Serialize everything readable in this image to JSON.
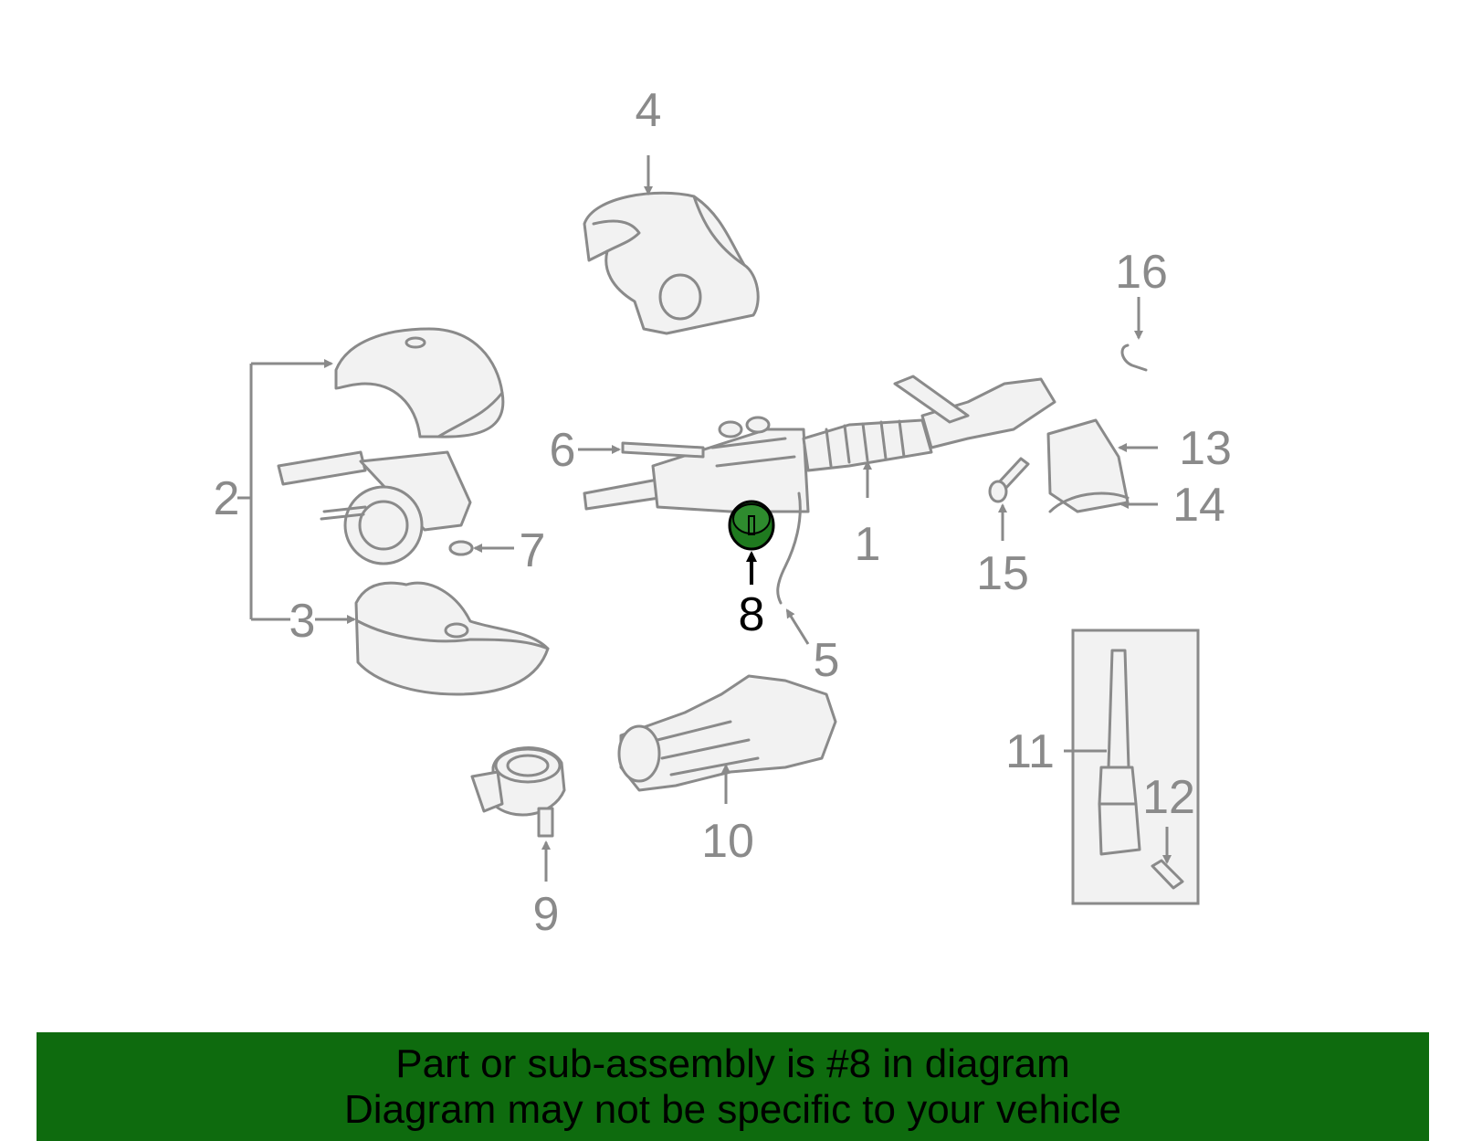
{
  "callouts": {
    "c1": "1",
    "c2": "2",
    "c3": "3",
    "c4": "4",
    "c5": "5",
    "c6": "6",
    "c7": "7",
    "c8": "8",
    "c9": "9",
    "c10": "10",
    "c11": "11",
    "c12": "12",
    "c13": "13",
    "c14": "14",
    "c15": "15",
    "c16": "16"
  },
  "highlighted_part": "8",
  "colors": {
    "line_gray": "#8a8a8a",
    "part_fill": "#f2f2f2",
    "highlight_green": "#1f7a1f",
    "banner_green": "#0e6b0e",
    "text_black": "#000000"
  },
  "banner": {
    "line1": "Part or sub-assembly is #8 in diagram",
    "line2": "Diagram may not be specific to your vehicle"
  }
}
